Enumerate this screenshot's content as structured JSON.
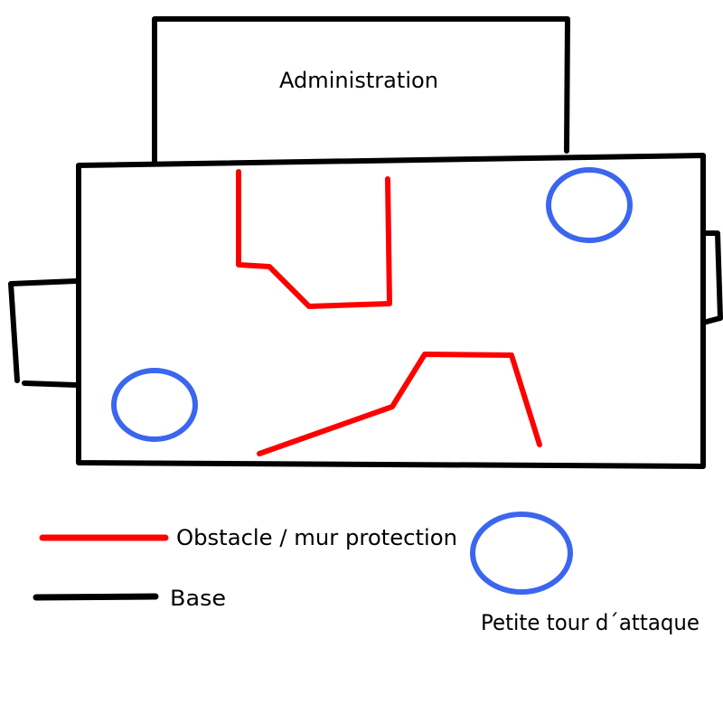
{
  "labels": {
    "building": "Administration",
    "legend_obstacle": "Obstacle / mur protection",
    "legend_base": "Base",
    "legend_tower": "Petite tour d´attaque"
  },
  "colors": {
    "obstacle": "#ff0000",
    "base": "#000000",
    "tower": "#3a66f0"
  }
}
